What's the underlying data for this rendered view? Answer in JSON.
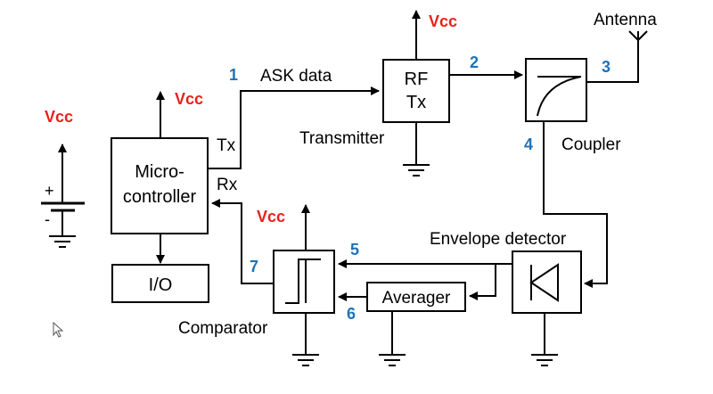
{
  "blocks": {
    "microcontroller": {
      "line1": "Micro-",
      "line2": "controller"
    },
    "io": "I/O",
    "rf_tx": {
      "line1": "RF",
      "line2": "Tx"
    },
    "averager": "Averager"
  },
  "labels": {
    "vcc": "Vcc",
    "plus": "+",
    "minus": "-",
    "tx": "Tx",
    "rx": "Rx",
    "ask_data": "ASK data",
    "transmitter": "Transmitter",
    "antenna": "Antenna",
    "coupler": "Coupler",
    "envelope_detector": "Envelope detector",
    "comparator": "Comparator"
  },
  "nodes": [
    "1",
    "2",
    "3",
    "4",
    "5",
    "6",
    "7"
  ],
  "colors": {
    "vcc": "#e8211b",
    "node_number": "#1f72b8",
    "line": "#000000"
  },
  "icons": [
    "battery-icon",
    "ground-icon",
    "antenna-icon",
    "coupler-icon",
    "diode-icon",
    "hysteresis-icon",
    "cursor-icon"
  ]
}
